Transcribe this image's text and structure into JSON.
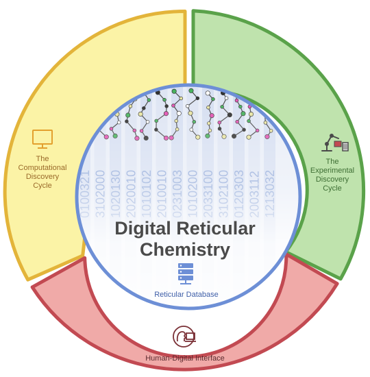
{
  "center": {
    "title_line1": "Digital Reticular",
    "title_line2": "Chemistry",
    "database_label": "Reticular Database",
    "digit_columns": [
      "0100321",
      "3102000",
      "1020130",
      "2020010",
      "1010102",
      "2010010",
      "0231003",
      "1010200",
      "2033100",
      "3102100",
      "0120303",
      "2003112",
      "1213032"
    ]
  },
  "segments": {
    "computational": {
      "lines": [
        "The",
        "Computational",
        "Discovery",
        "Cycle"
      ],
      "icon": "monitor-icon",
      "stroke": "#e3b43a",
      "fill": "#fbf3a6"
    },
    "experimental": {
      "lines": [
        "The",
        "Experimental",
        "Discovery",
        "Cycle"
      ],
      "icon": "robot-arm-icon",
      "stroke": "#5aa24a",
      "fill": "#bfe3ad"
    },
    "human": {
      "label": "Human-Digital Interface",
      "icon": "human-computer-icon",
      "stroke": "#c24a52",
      "fill": "#f0aaa8"
    }
  },
  "colors": {
    "center_rim": "#6d8fd6",
    "center_fill": "#e8edf7",
    "text_dark": "#4a4a4a",
    "digit_blue": "#8ea7d8"
  }
}
